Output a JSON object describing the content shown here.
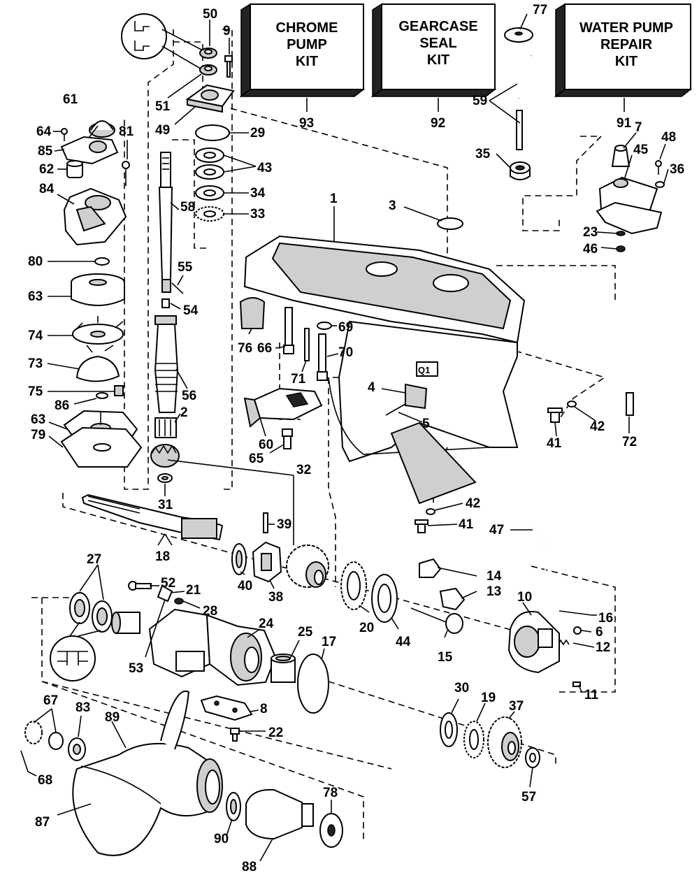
{
  "kits": [
    {
      "id": "chrome",
      "lines": [
        "CHROME",
        "PUMP",
        "KIT"
      ],
      "number": "93"
    },
    {
      "id": "gearcase",
      "lines": [
        "GEARCASE",
        "SEAL",
        "KIT"
      ],
      "number": "92"
    },
    {
      "id": "water",
      "lines": [
        "WATER PUMP",
        "REPAIR",
        "KIT"
      ],
      "number": "91"
    }
  ],
  "labels": {
    "n1": "1",
    "n2": "2",
    "n3": "3",
    "n4": "4",
    "n5": "5",
    "n6": "6",
    "n7": "7",
    "n8": "8",
    "n9": "9",
    "n10": "10",
    "n11": "11",
    "n12": "12",
    "n13": "13",
    "n14": "14",
    "n15": "15",
    "n16": "16",
    "n17": "17",
    "n18": "18",
    "n19": "19",
    "n20": "20",
    "n21": "21",
    "n22": "22",
    "n23": "23",
    "n24": "24",
    "n25": "25",
    "n27": "27",
    "n28": "28",
    "n29": "29",
    "n30": "30",
    "n31": "31",
    "n32": "32",
    "n33": "33",
    "n34": "34",
    "n35": "35",
    "n36": "36",
    "n37": "37",
    "n38": "38",
    "n39": "39",
    "n40": "40",
    "n41a": "41",
    "n41b": "41",
    "n42a": "42",
    "n42b": "42",
    "n43": "43",
    "n44": "44",
    "n45": "45",
    "n46": "46",
    "n47": "47",
    "n48": "48",
    "n49": "49",
    "n50": "50",
    "n51": "51",
    "n52": "52",
    "n53": "53",
    "n54": "54",
    "n55": "55",
    "n56": "56",
    "n57": "57",
    "n58": "58",
    "n59": "59",
    "n60": "60",
    "n61": "61",
    "n62": "62",
    "n63a": "63",
    "n63b": "63",
    "n64": "64",
    "n65": "65",
    "n66": "66",
    "n67": "67",
    "n68": "68",
    "n69": "69",
    "n70": "70",
    "n71": "71",
    "n72": "72",
    "n73": "73",
    "n74": "74",
    "n75": "75",
    "n76": "76",
    "n77": "77",
    "n78": "78",
    "n79": "79",
    "n80": "80",
    "n81": "81",
    "n83": "83",
    "n84": "84",
    "n85": "85",
    "n86": "86",
    "n87": "87",
    "n88": "88",
    "n89": "89",
    "n90": "90"
  },
  "housing_mark": "Q1"
}
